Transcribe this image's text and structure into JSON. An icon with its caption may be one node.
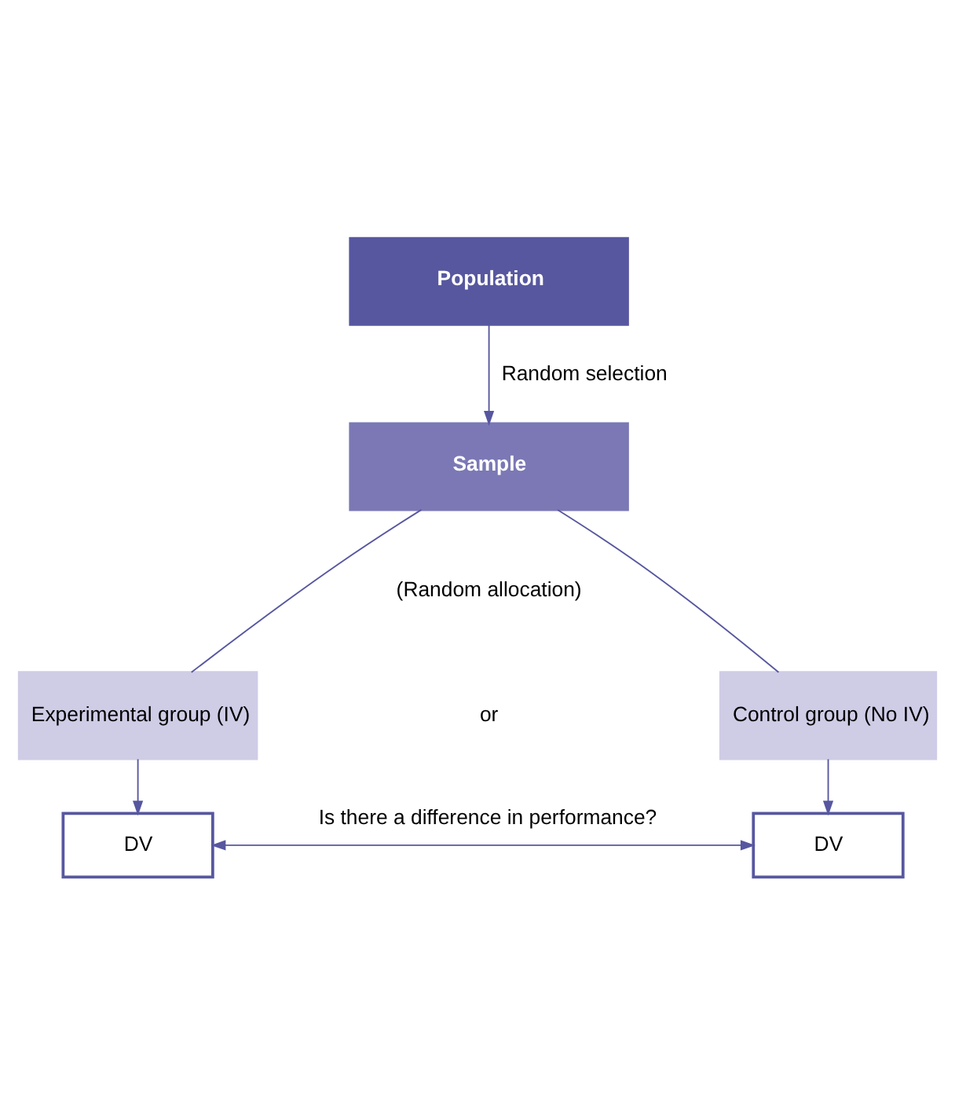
{
  "diagram": {
    "nodes": [
      {
        "text": [
          "Population"
        ]
      },
      {
        "text": [
          "Sample"
        ]
      },
      {
        "text": [
          "Experimental group (IV)"
        ]
      },
      {
        "text": [
          "Control group (No IV)"
        ]
      },
      {
        "text": [
          "DV"
        ]
      },
      {
        "text": [
          "DV"
        ]
      }
    ],
    "edges": [
      {
        "from": 0,
        "to": 1,
        "arrow": "to",
        "label": "Random selection"
      },
      {
        "from": 1,
        "to": 2,
        "arrow": "none"
      },
      {
        "from": 1,
        "to": 3,
        "arrow": "none"
      },
      {
        "from": 2,
        "to": 4,
        "arrow": "to"
      },
      {
        "from": 3,
        "to": 5,
        "arrow": "to"
      },
      {
        "from": 4,
        "to": 5,
        "arrow": "both",
        "label": "Is there a difference in performance?"
      }
    ],
    "labels": [
      "(Random allocation)",
      "or"
    ]
  }
}
